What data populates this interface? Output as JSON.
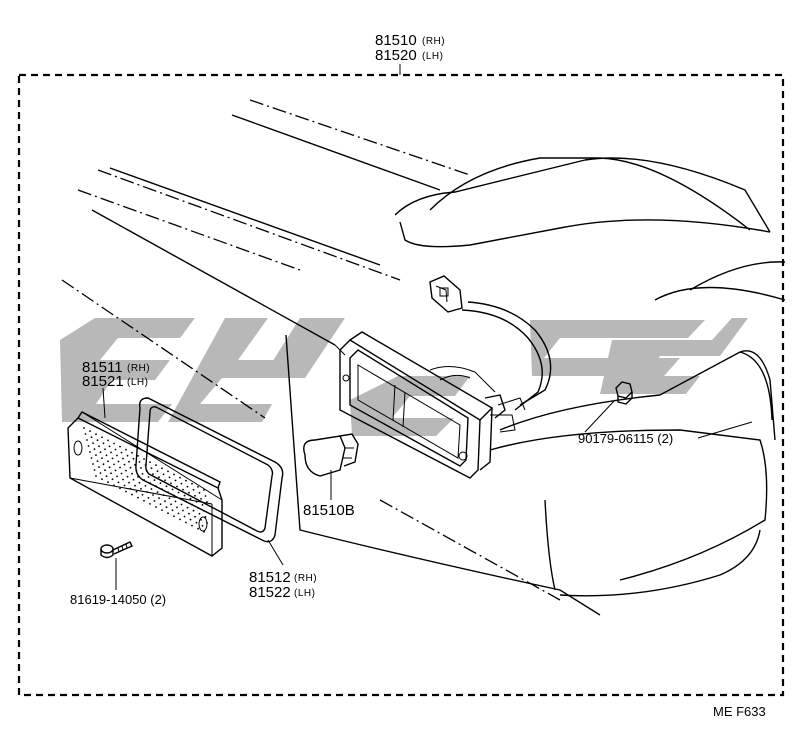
{
  "diagram": {
    "assembly": {
      "part_rh": "81510",
      "tag_rh": "(RH)",
      "part_lh": "81520",
      "tag_lh": "(LH)"
    },
    "lens": {
      "part_rh": "81511",
      "tag_rh": "(RH)",
      "part_lh": "81521",
      "tag_lh": "(LH)"
    },
    "gasket": {
      "part_rh": "81512",
      "tag_rh": "(RH)",
      "part_lh": "81522",
      "tag_lh": "(LH)"
    },
    "bulb": {
      "part": "81510B"
    },
    "screw": {
      "part": "81619-14050 (2)"
    },
    "nut": {
      "part": "90179-06115 (2)"
    },
    "catalog_code": "ME  F633",
    "watermark_color": "#b8b8b8"
  }
}
